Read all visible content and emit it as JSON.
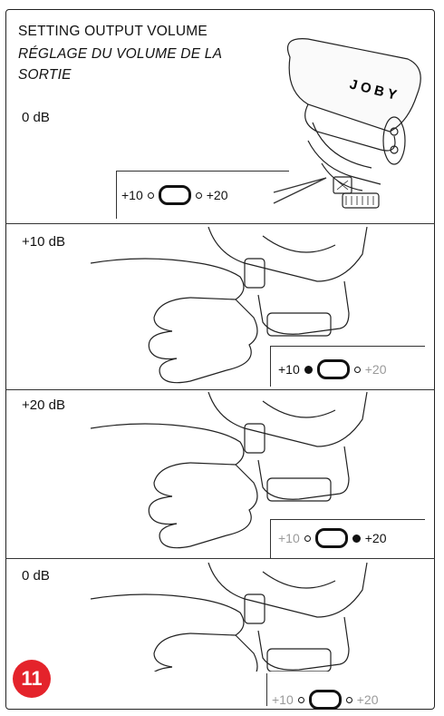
{
  "header": {
    "title_en": "SETTING OUTPUT VOLUME",
    "title_fr": "RÉGLAGE DU VOLUME DE LA SORTIE"
  },
  "panels": [
    {
      "level": "0 dB",
      "switch": {
        "left": "+10",
        "right": "+20",
        "state": "center"
      }
    },
    {
      "level": "+10 dB",
      "switch": {
        "left": "+10",
        "right": "+20",
        "state": "left"
      }
    },
    {
      "level": "+20 dB",
      "switch": {
        "left": "+10",
        "right": "+20",
        "state": "right"
      }
    },
    {
      "level": "0 dB",
      "switch": {
        "left": "+10",
        "right": "+20",
        "state": "center"
      }
    }
  ],
  "product_logo": "JOBY",
  "page_number": "11"
}
